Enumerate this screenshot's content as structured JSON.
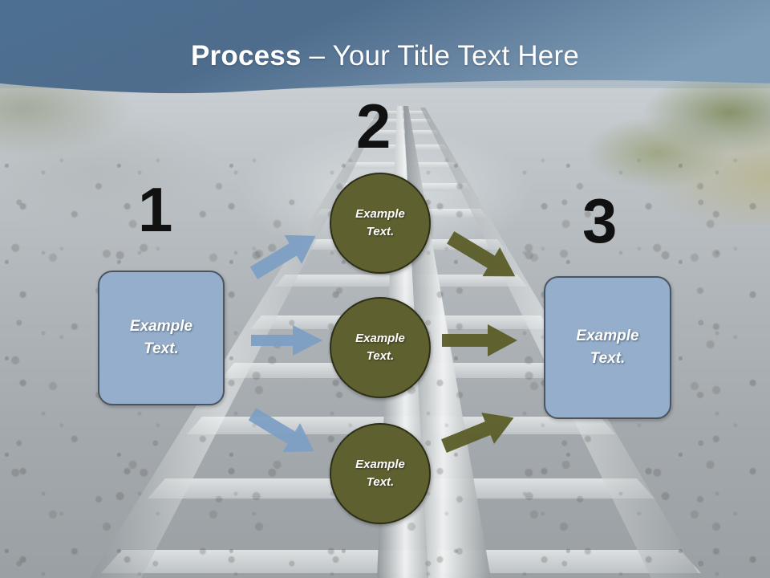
{
  "slide": {
    "title_bold": "Process",
    "title_rest": " – Your Title Text Here",
    "background_description": "railroad-tracks-photo",
    "colors": {
      "banner_blue": "#4a6b8a",
      "box_fill": "#94aecb",
      "box_border": "#4b5560",
      "circle_fill": "#5f6030",
      "circle_border": "#2e2f18",
      "arrow_blue": "#7d9fc4",
      "arrow_olive": "#5c5e2a",
      "number_color": "#111111",
      "title_color": "#ffffff"
    }
  },
  "steps": [
    {
      "number": "1",
      "label_line1": "Example",
      "label_line2": "Text."
    },
    {
      "number": "2",
      "label_line1": "Example",
      "label_line2": "Text."
    },
    {
      "number": "3",
      "label_line1": "Example",
      "label_line2": "Text."
    }
  ],
  "circles": [
    {
      "label_line1": "Example",
      "label_line2": "Text."
    },
    {
      "label_line1": "Example",
      "label_line2": "Text."
    },
    {
      "label_line1": "Example",
      "label_line2": "Text."
    }
  ],
  "arrows": {
    "blue_up": "arrow-up-right-icon",
    "blue_right": "arrow-right-icon",
    "blue_down": "arrow-down-right-icon",
    "olive_down": "arrow-down-right-icon",
    "olive_right": "arrow-right-icon",
    "olive_up": "arrow-up-right-icon"
  }
}
